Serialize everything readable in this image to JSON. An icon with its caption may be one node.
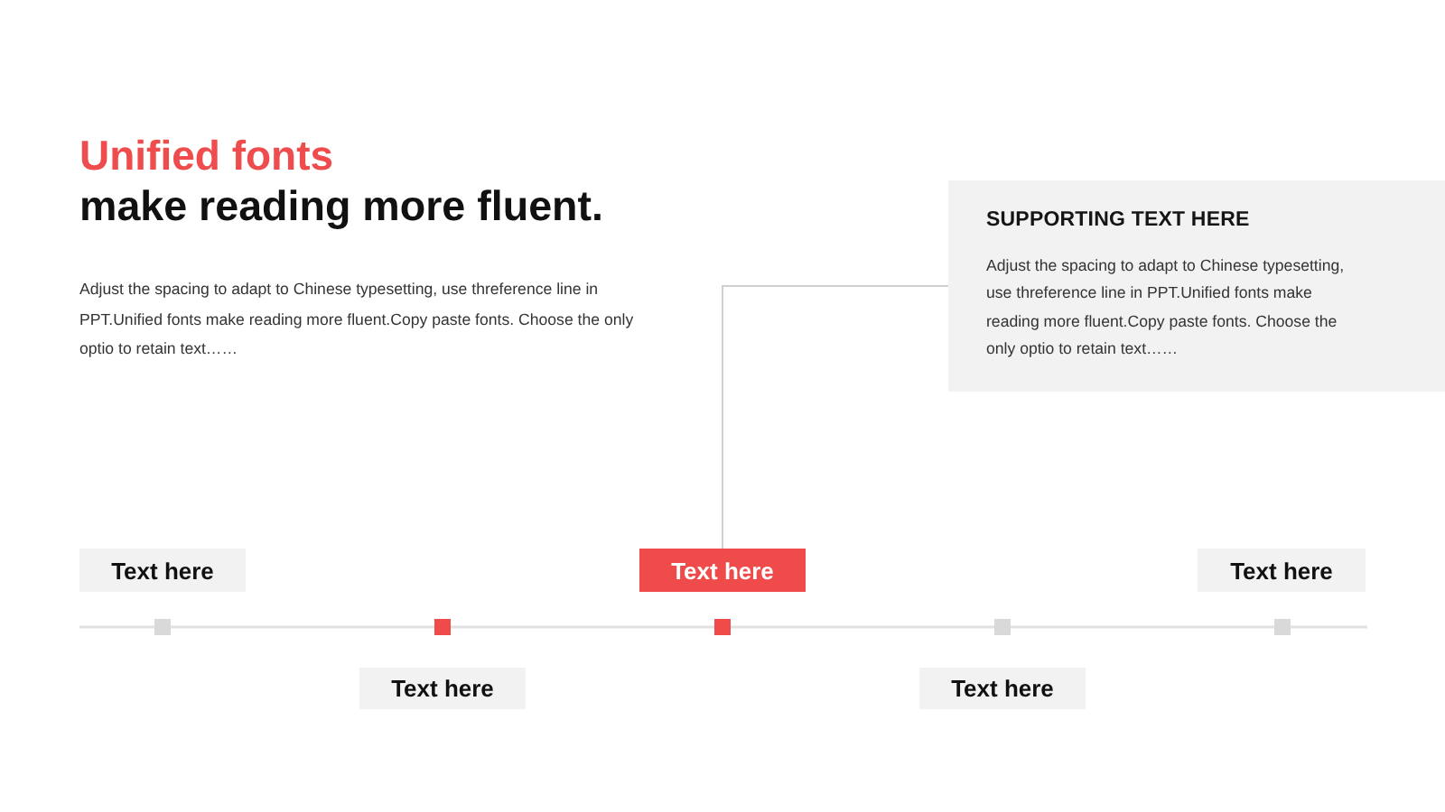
{
  "diagram": {
    "title": "Unified fonts",
    "nodes": [
      {
        "text": [
          "SUPPORTING TEXT HERE",
          "Adjust the spacing to adapt to Chinese typesetting, use threference line in PPT.Unified fonts make reading more fluent.Copy paste fonts. Choose the only optio to retain text……"
        ]
      },
      {
        "text": [
          "Text here"
        ]
      },
      {
        "text": [
          "Text here"
        ]
      },
      {
        "text": [
          "Text here"
        ]
      },
      {
        "text": [
          "Text here"
        ]
      },
      {
        "text": [
          "Text here"
        ]
      }
    ],
    "edges": [
      {
        "from": 3,
        "to": 0,
        "arrow": "none"
      }
    ],
    "labels": [
      "make reading more fluent.",
      "Adjust the spacing to adapt to Chinese typesetting, use threference line in PPT.Unified fonts make reading more fluent.Copy paste fonts. Choose the only optio to retain text……"
    ]
  }
}
